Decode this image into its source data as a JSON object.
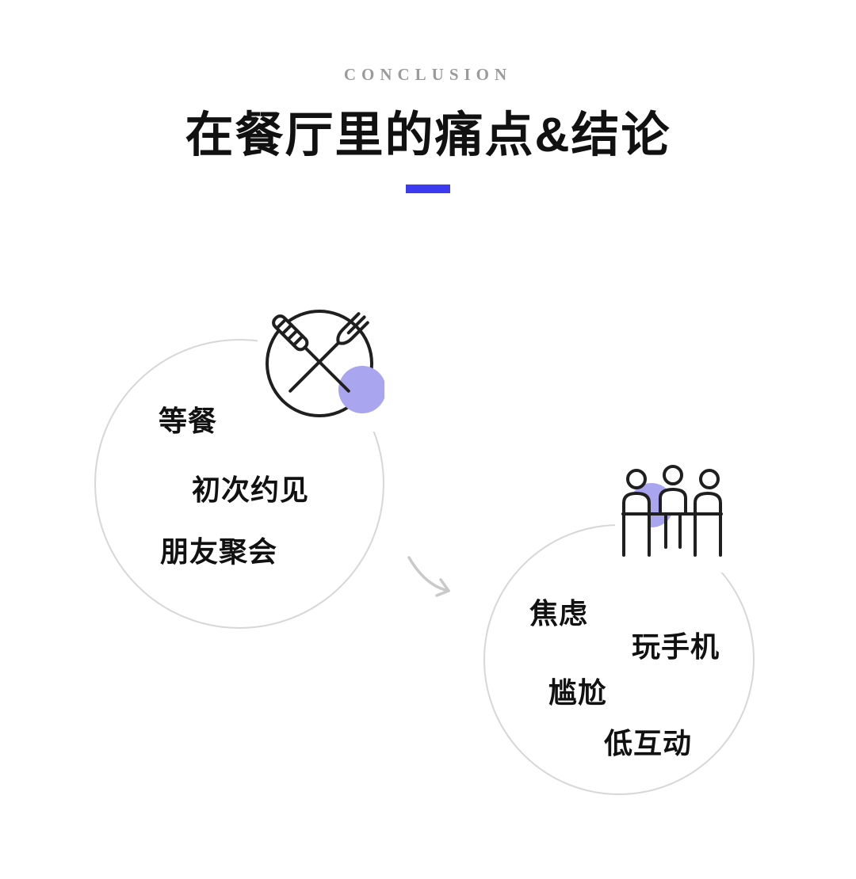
{
  "header": {
    "eyebrow": "CONCLUSION",
    "title": "在餐厅里的痛点&结论"
  },
  "left_cluster": {
    "icon": "plate-cutlery-icon",
    "labels": [
      "等餐",
      "初次约见",
      "朋友聚会"
    ]
  },
  "right_cluster": {
    "icon": "people-meeting-icon",
    "labels": [
      "焦虑",
      "玩手机",
      "尴尬",
      "低互动"
    ]
  },
  "colors": {
    "accent": "#3d3bf0",
    "accent_soft": "#a9a5ef",
    "circle_stroke": "#d7d7d7",
    "icon_stroke": "#1f1f1f",
    "arrow": "#c9c9c9",
    "eyebrow_text": "#9b9b9b",
    "title_text": "#111111",
    "label_text": "#111111",
    "background": "#ffffff"
  }
}
